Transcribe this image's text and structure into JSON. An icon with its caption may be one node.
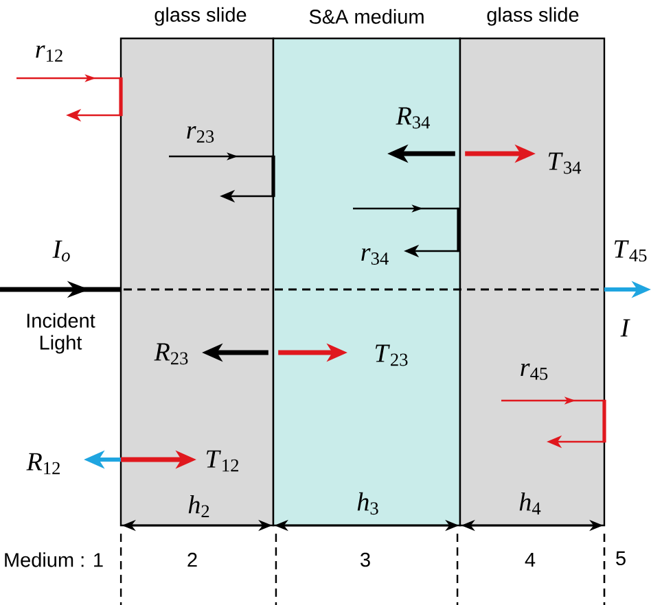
{
  "diagram": {
    "nodes": [
      {
        "text": [
          "glass slide"
        ]
      },
      {
        "text": [
          "S&A medium"
        ]
      },
      {
        "text": [
          "glass slide"
        ]
      }
    ],
    "labels": [
      "*r*$_{12}$",
      "*r*$_{23}$",
      "*R*$_{34}$",
      "*T*$_{34}$",
      "*r*$_{34}$",
      "I$_{o}$",
      "*T*$_{45}$",
      "Incident Light",
      "I",
      "*R*$_{23}$",
      "*T*$_{23}$",
      "*r*$_{45}$",
      "*R*$_{12}$",
      "*T*$_{12}$",
      "*h*$_{2}$",
      "*h*$_{3}$",
      "*h*$_{4}$",
      "Medium : 1",
      "2",
      "3",
      "4",
      "5"
    ]
  }
}
